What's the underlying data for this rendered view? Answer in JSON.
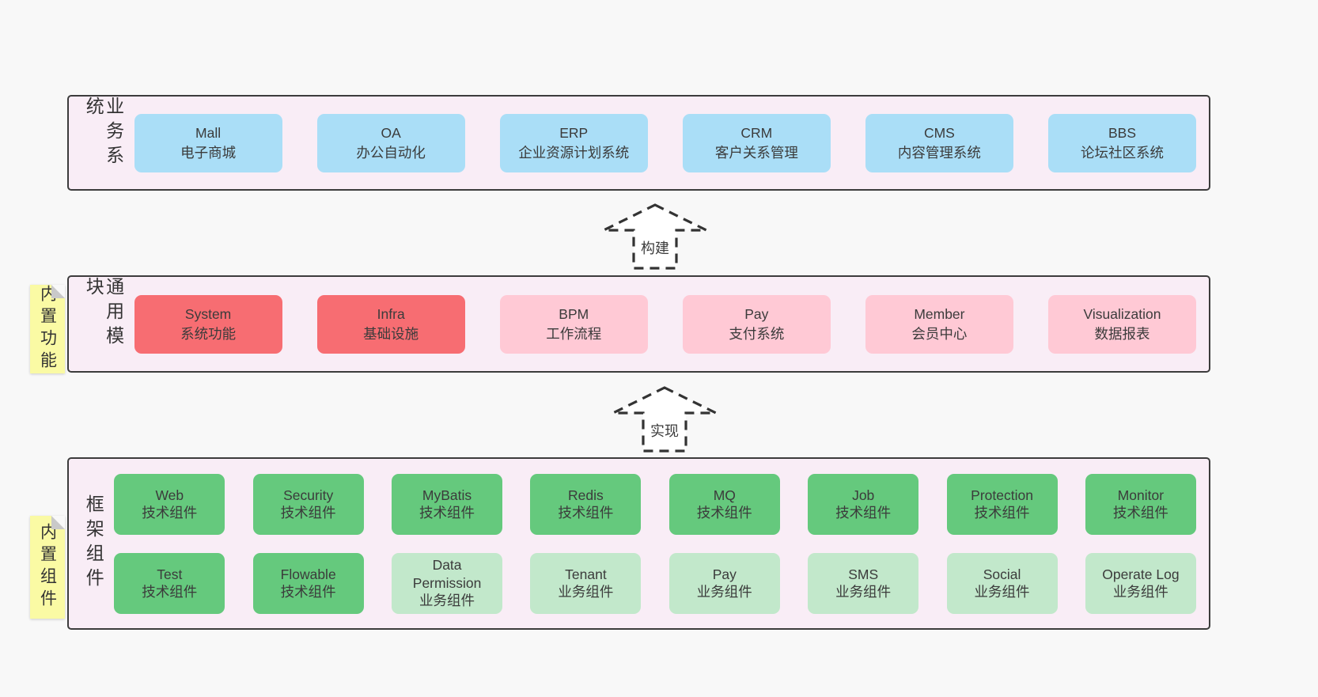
{
  "layers": {
    "business": {
      "label": "业务系统",
      "boxes": [
        {
          "en": "Mall",
          "zh": "电子商城"
        },
        {
          "en": "OA",
          "zh": "办公自动化"
        },
        {
          "en": "ERP",
          "zh": "企业资源计划系统"
        },
        {
          "en": "CRM",
          "zh": "客户关系管理"
        },
        {
          "en": "CMS",
          "zh": "内容管理系统"
        },
        {
          "en": "BBS",
          "zh": "论坛社区系统"
        }
      ]
    },
    "modules": {
      "label": "通用模块",
      "note": "内置功能",
      "boxes": [
        {
          "en": "System",
          "zh": "系统功能"
        },
        {
          "en": "Infra",
          "zh": "基础设施"
        },
        {
          "en": "BPM",
          "zh": "工作流程"
        },
        {
          "en": "Pay",
          "zh": "支付系统"
        },
        {
          "en": "Member",
          "zh": "会员中心"
        },
        {
          "en": "Visualization",
          "zh": "数据报表"
        }
      ]
    },
    "components": {
      "label": "框架组件",
      "note": "内置组件",
      "row1": [
        {
          "en": "Web",
          "zh": "技术组件"
        },
        {
          "en": "Security",
          "zh": "技术组件"
        },
        {
          "en": "MyBatis",
          "zh": "技术组件"
        },
        {
          "en": "Redis",
          "zh": "技术组件"
        },
        {
          "en": "MQ",
          "zh": "技术组件"
        },
        {
          "en": "Job",
          "zh": "技术组件"
        },
        {
          "en": "Protection",
          "zh": "技术组件"
        },
        {
          "en": "Monitor",
          "zh": "技术组件"
        }
      ],
      "row2": [
        {
          "en": "Test",
          "zh": "技术组件"
        },
        {
          "en": "Flowable",
          "zh": "技术组件"
        },
        {
          "en": "Data Permission",
          "zh": "业务组件"
        },
        {
          "en": "Tenant",
          "zh": "业务组件"
        },
        {
          "en": "Pay",
          "zh": "业务组件"
        },
        {
          "en": "SMS",
          "zh": "业务组件"
        },
        {
          "en": "Social",
          "zh": "业务组件"
        },
        {
          "en": "Operate Log",
          "zh": "业务组件"
        }
      ]
    }
  },
  "arrows": {
    "build": "构建",
    "implement": "实现"
  },
  "colors": {
    "page_bg": "#f8f8f8",
    "container_bg": "#f9edf6",
    "container_border": "#3c3c3c",
    "system_blue": "#aadef7",
    "module_red": "#f76d72",
    "module_pink": "#ffc9d5",
    "component_green": "#65c97d",
    "component_light_green": "#c2e8cb",
    "note_yellow": "#fafaa4",
    "note_fold_gray": "#c9c9c9",
    "text": "#3b3b3b"
  }
}
